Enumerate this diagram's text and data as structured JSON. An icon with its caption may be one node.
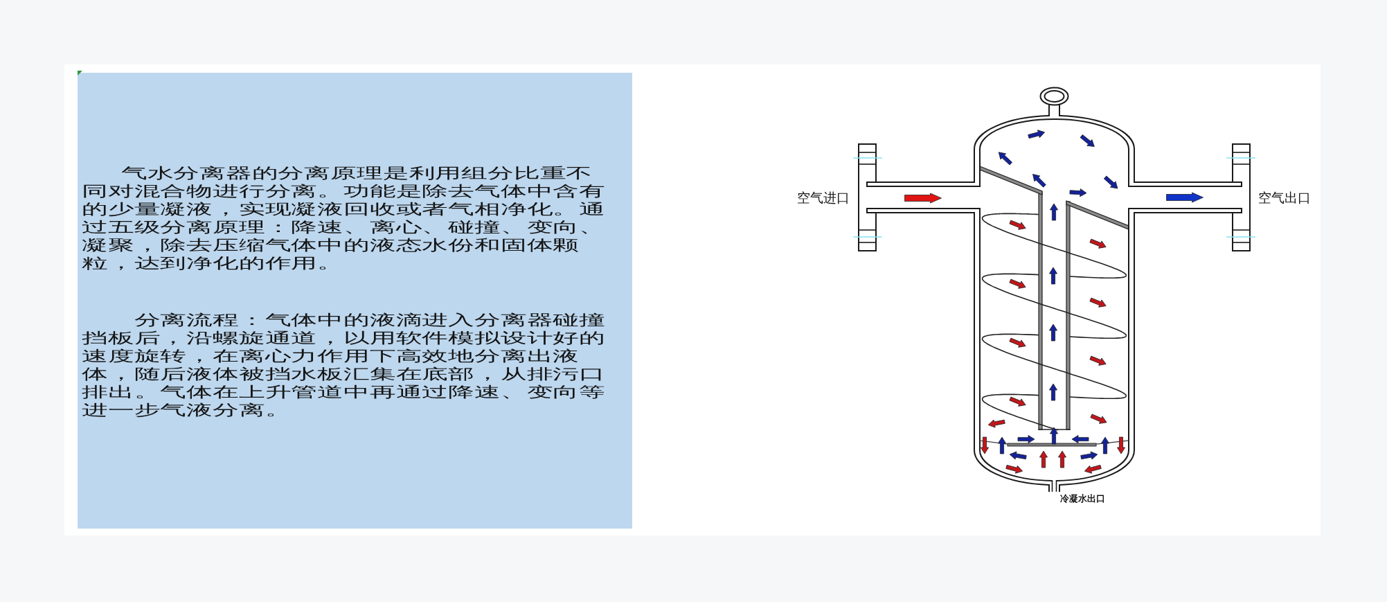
{
  "diagram": {
    "nodes": [
      {
        "text": [
          "气水分离器的分离原理是利用组分比重不同对混合物进行分离。功能是除去气体中含有的少量凝液，实现凝液回收或者气相净化。通过五级分离原理：降速、离心、碰撞、变向、凝聚，除去压缩气体中的液态水份和固体颗粒，达到净化的作用。",
          "分离流程：气体中的液滴进入分离器碰撞挡板后，沿螺旋通道，以用软件模拟设计好的速度旋转，在离心力作用下高效地分离出液体，随后液体被挡水板汇集在底部，从排污口排出。气体在上升管道中再通过降速、变向等进一步气液分离。"
        ]
      }
    ],
    "labels": [
      "空气进口",
      "空气出口",
      "冷凝水出口"
    ]
  }
}
